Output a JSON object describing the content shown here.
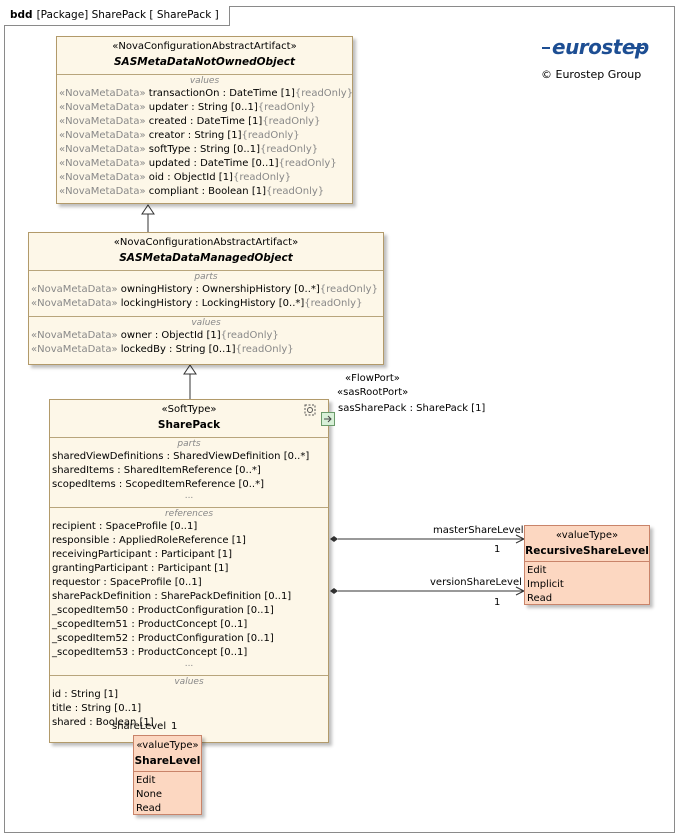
{
  "frame": {
    "kind": "bdd",
    "title": "[Package] SharePack [ SharePack ]"
  },
  "logo": {
    "text": "eurostep",
    "copyright": "© Eurostep Group"
  },
  "blocks": {
    "not_owned": {
      "stereotype": "«NovaConfigurationAbstractArtifact»",
      "name": "SASMetaDataNotOwnedObject",
      "values_title": "values",
      "values": [
        {
          "st": "«NovaMetaData»",
          "text": " transactionOn : DateTime [1]",
          "mod": "{readOnly}"
        },
        {
          "st": "«NovaMetaData»",
          "text": " updater : String [0..1]",
          "mod": "{readOnly}"
        },
        {
          "st": "«NovaMetaData»",
          "text": " created : DateTime [1]",
          "mod": "{readOnly}"
        },
        {
          "st": "«NovaMetaData»",
          "text": " creator : String [1]",
          "mod": "{readOnly}"
        },
        {
          "st": "«NovaMetaData»",
          "text": " softType : String [0..1]",
          "mod": "{readOnly}"
        },
        {
          "st": "«NovaMetaData»",
          "text": " updated : DateTime [0..1]",
          "mod": "{readOnly}"
        },
        {
          "st": "«NovaMetaData»",
          "text": " oid : ObjectId [1]",
          "mod": "{readOnly}"
        },
        {
          "st": "«NovaMetaData»",
          "text": " compliant : Boolean [1]",
          "mod": "{readOnly}"
        }
      ]
    },
    "managed": {
      "stereotype": "«NovaConfigurationAbstractArtifact»",
      "name": "SASMetaDataManagedObject",
      "parts_title": "parts",
      "parts": [
        {
          "st": "«NovaMetaData»",
          "text": " owningHistory : OwnershipHistory [0..*]",
          "mod": "{readOnly}"
        },
        {
          "st": "«NovaMetaData»",
          "text": " lockingHistory : LockingHistory [0..*]",
          "mod": "{readOnly}"
        }
      ],
      "values_title": "values",
      "values": [
        {
          "st": "«NovaMetaData»",
          "text": " owner : ObjectId [1]",
          "mod": "{readOnly}"
        },
        {
          "st": "«NovaMetaData»",
          "text": " lockedBy : String [0..1]",
          "mod": "{readOnly}"
        }
      ]
    },
    "sharepack": {
      "stereotype": "«SoftType»",
      "name": "SharePack",
      "parts_title": "parts",
      "parts": [
        "sharedViewDefinitions : SharedViewDefinition [0..*]",
        "sharedItems : SharedItemReference [0..*]",
        "scopedItems : ScopedItemReference [0..*]"
      ],
      "references_title": "references",
      "references": [
        "recipient : SpaceProfile [0..1]",
        "responsible : AppliedRoleReference [1]",
        "receivingParticipant : Participant [1]",
        "grantingParticipant : Participant [1]",
        "requestor : SpaceProfile [0..1]",
        "sharePackDefinition : SharePackDefinition [0..1]",
        "_scopedItem50 : ProductConfiguration [0..1]",
        "_scopedItem51 : ProductConcept [0..1]",
        "_scopedItem52 : ProductConfiguration [0..1]",
        "_scopedItem53 : ProductConcept [0..1]"
      ],
      "values_title": "values",
      "values": [
        "id : String [1]",
        "title : String [0..1]",
        "shared : Boolean [1]"
      ],
      "ellipsis": "..."
    },
    "recursive": {
      "stereotype": "«valueType»",
      "name": "RecursiveShareLevel",
      "literals": [
        "Edit",
        "Implicit",
        "Read"
      ]
    },
    "sharelevel": {
      "stereotype": "«valueType»",
      "name": "ShareLevel",
      "literals": [
        "Edit",
        "None",
        "Read"
      ]
    }
  },
  "port": {
    "stereotype1": "«FlowPort»",
    "stereotype2": "«sasRootPort»",
    "label": "sasSharePack : SharePack [1]"
  },
  "associations": {
    "master": {
      "role": "masterShareLevel",
      "mult": "1"
    },
    "version": {
      "role": "versionShareLevel",
      "mult": "1"
    },
    "share": {
      "role": "shareLevel",
      "mult": "1"
    }
  }
}
